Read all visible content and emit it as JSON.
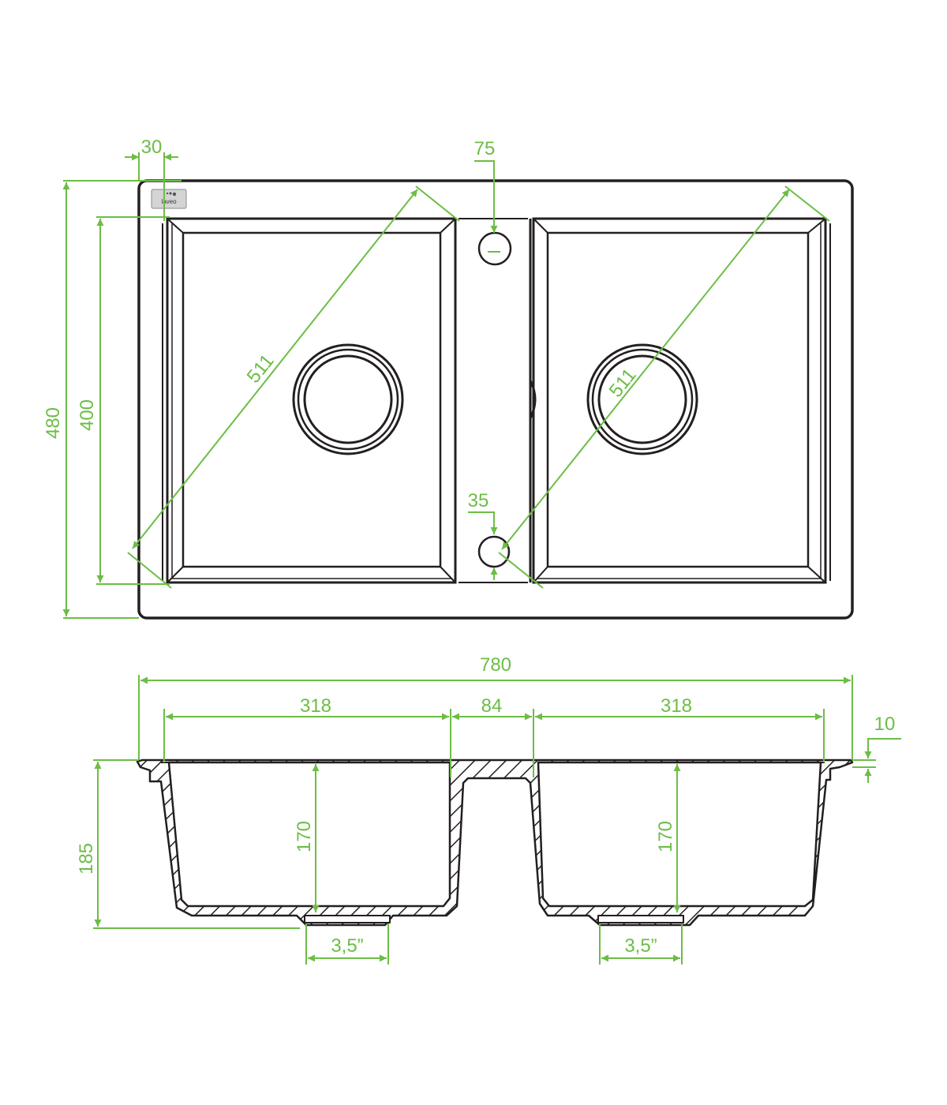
{
  "brand": {
    "logo_text": "laveo"
  },
  "colors": {
    "outline": "#231f20",
    "dimension": "#6cbd45",
    "background": "#ffffff"
  },
  "top_view": {
    "overall_height": "480",
    "bowl_height": "400",
    "rim_offset": "30",
    "tap_hole": "75",
    "overflow_hole": "35",
    "diagonal_left": "511",
    "diagonal_right": "511"
  },
  "section_view": {
    "overall_width": "780",
    "left_bowl_width": "318",
    "divider_width": "84",
    "right_bowl_width": "318",
    "rim_thickness": "10",
    "overall_depth": "185",
    "left_bowl_depth": "170",
    "right_bowl_depth": "170",
    "left_drain": "3,5”",
    "right_drain": "3,5”"
  }
}
